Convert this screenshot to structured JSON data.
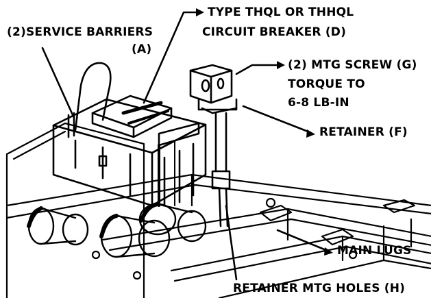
{
  "colors": {
    "ink": "#000000",
    "paper": "#ffffff"
  },
  "callouts": {
    "service_barriers": "(2)SERVICE BARRIERS",
    "service_barriers_ref": "(A)",
    "breaker_line1": "TYPE THQL OR THHQL",
    "breaker_line2": "CIRCUIT BREAKER (D)",
    "mtg_screw": "(2) MTG SCREW (G)",
    "torque_line1": "TORQUE TO",
    "torque_line2": "6-8 LB-IN",
    "retainer": "RETAINER (F)",
    "main_lugs": "MAIN LUGS",
    "retainer_holes": "RETAINER MTG HOLES (H)"
  }
}
